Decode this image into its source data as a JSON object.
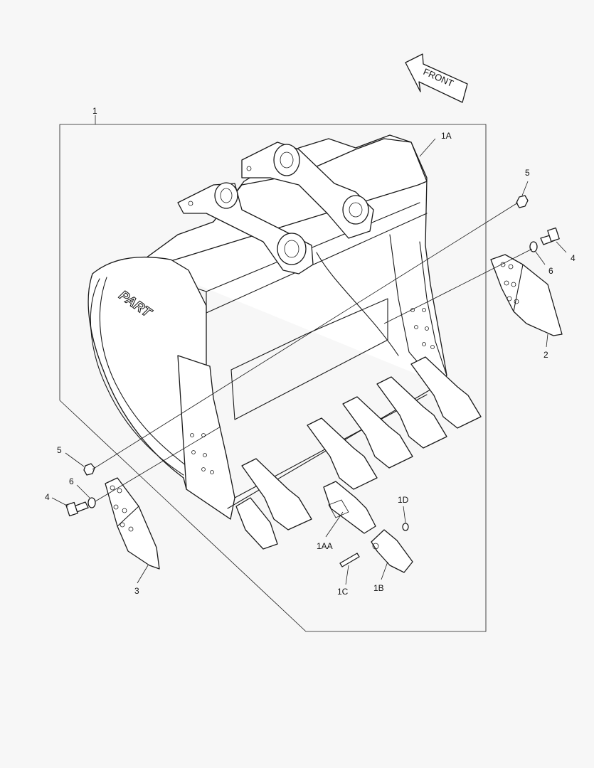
{
  "diagram": {
    "front_arrow_label": "FRONT",
    "logo_text": "PART",
    "callouts": {
      "assembly": "1",
      "bucket": "1A",
      "tooth_adapter": "1AA",
      "tooth_tip": "1B",
      "tooth_pin": "1C",
      "tooth_retainer": "1D",
      "side_cutter_right": "2",
      "side_cutter_left": "3",
      "bolt_right": "4",
      "bolt_left": "4",
      "nut_right": "5",
      "nut_left": "5",
      "washer_right": "6",
      "washer_left": "6"
    }
  }
}
